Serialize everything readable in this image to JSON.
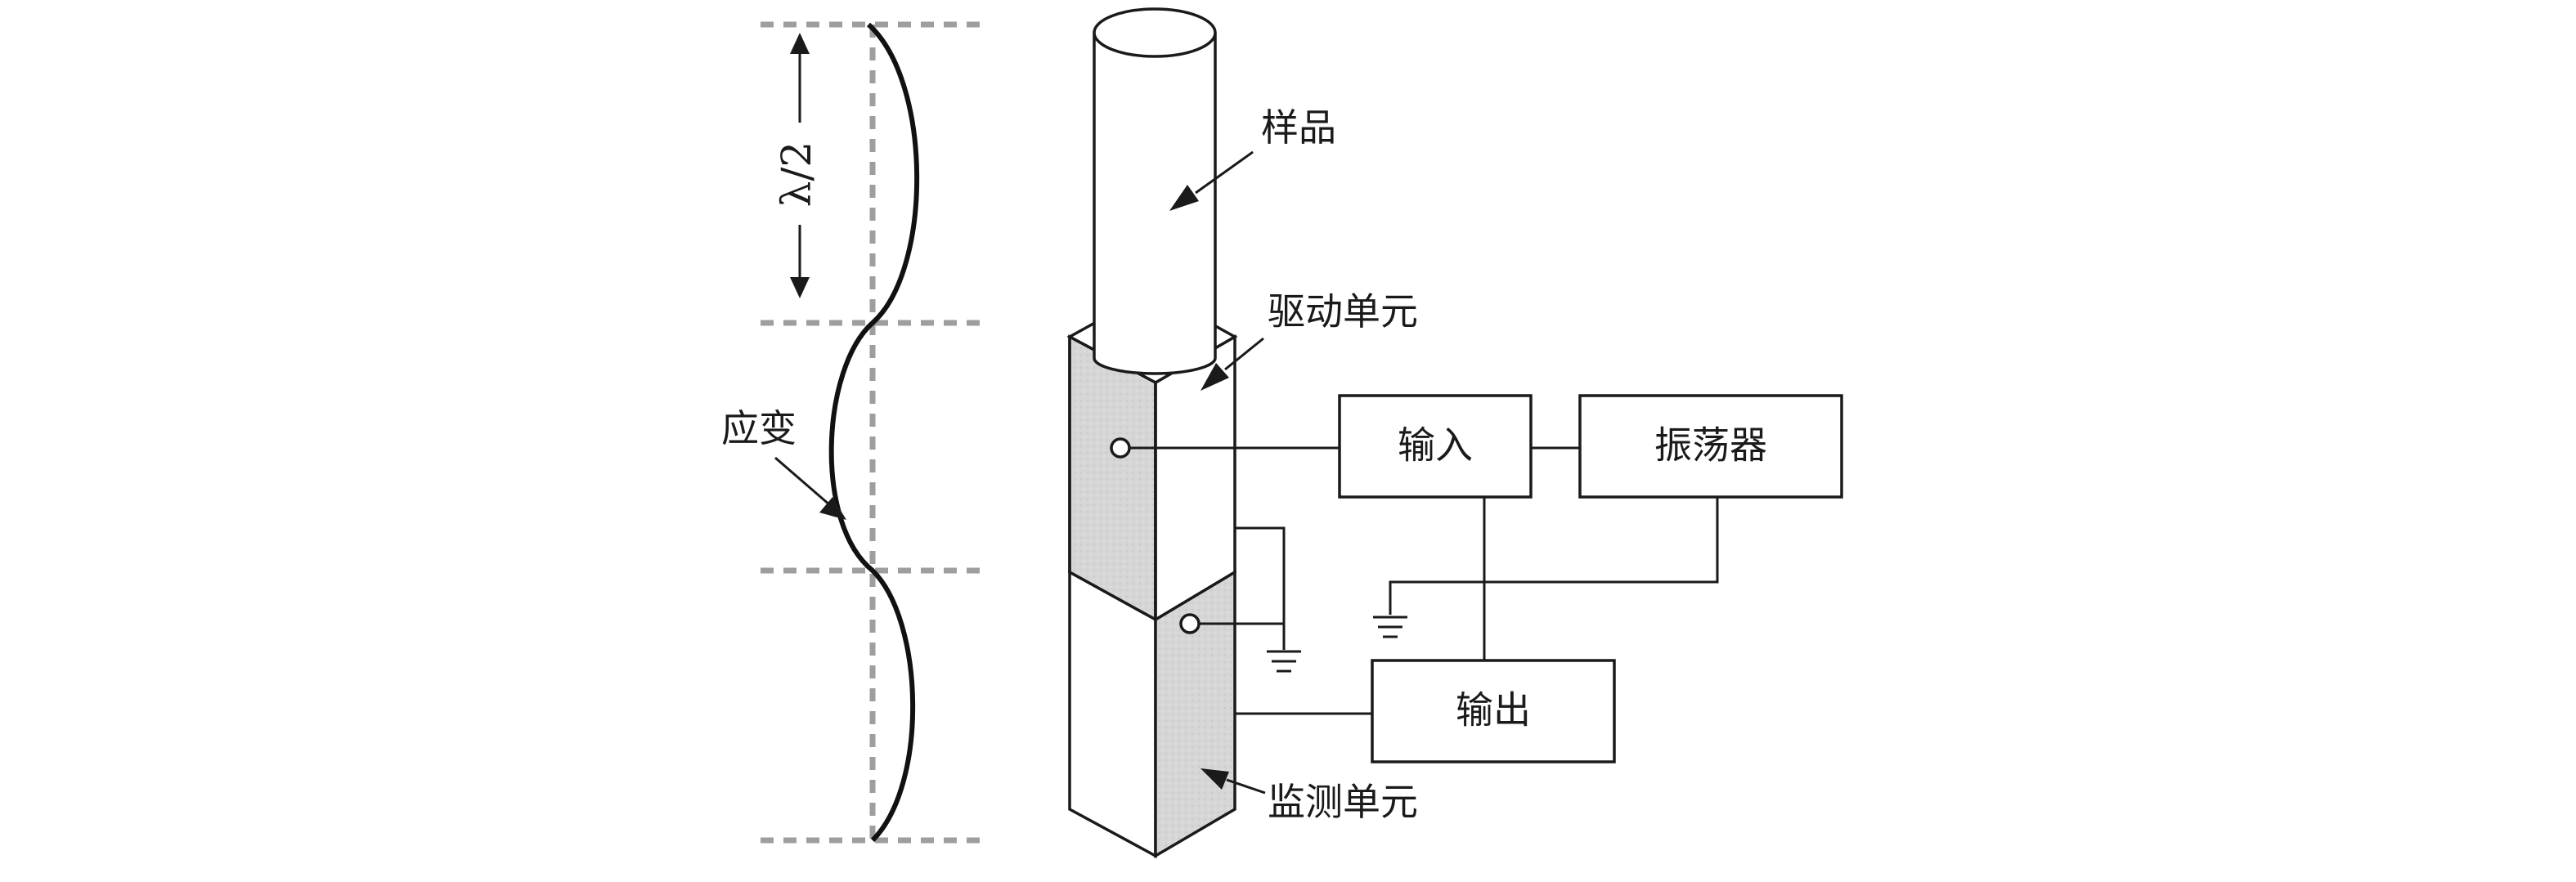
{
  "labels": {
    "sample": "样品",
    "drive_unit": "驱动单元",
    "monitor_unit": "监测单元",
    "strain": "应变",
    "half_wavelength": "λ/2"
  },
  "boxes": {
    "input": "输入",
    "oscillator": "振荡器",
    "output": "输出"
  },
  "colors": {
    "line": "#1a1a1a",
    "dashed_guide": "#9e9e9e",
    "shaded_face": "#d9d9d9",
    "background": "#ffffff"
  }
}
